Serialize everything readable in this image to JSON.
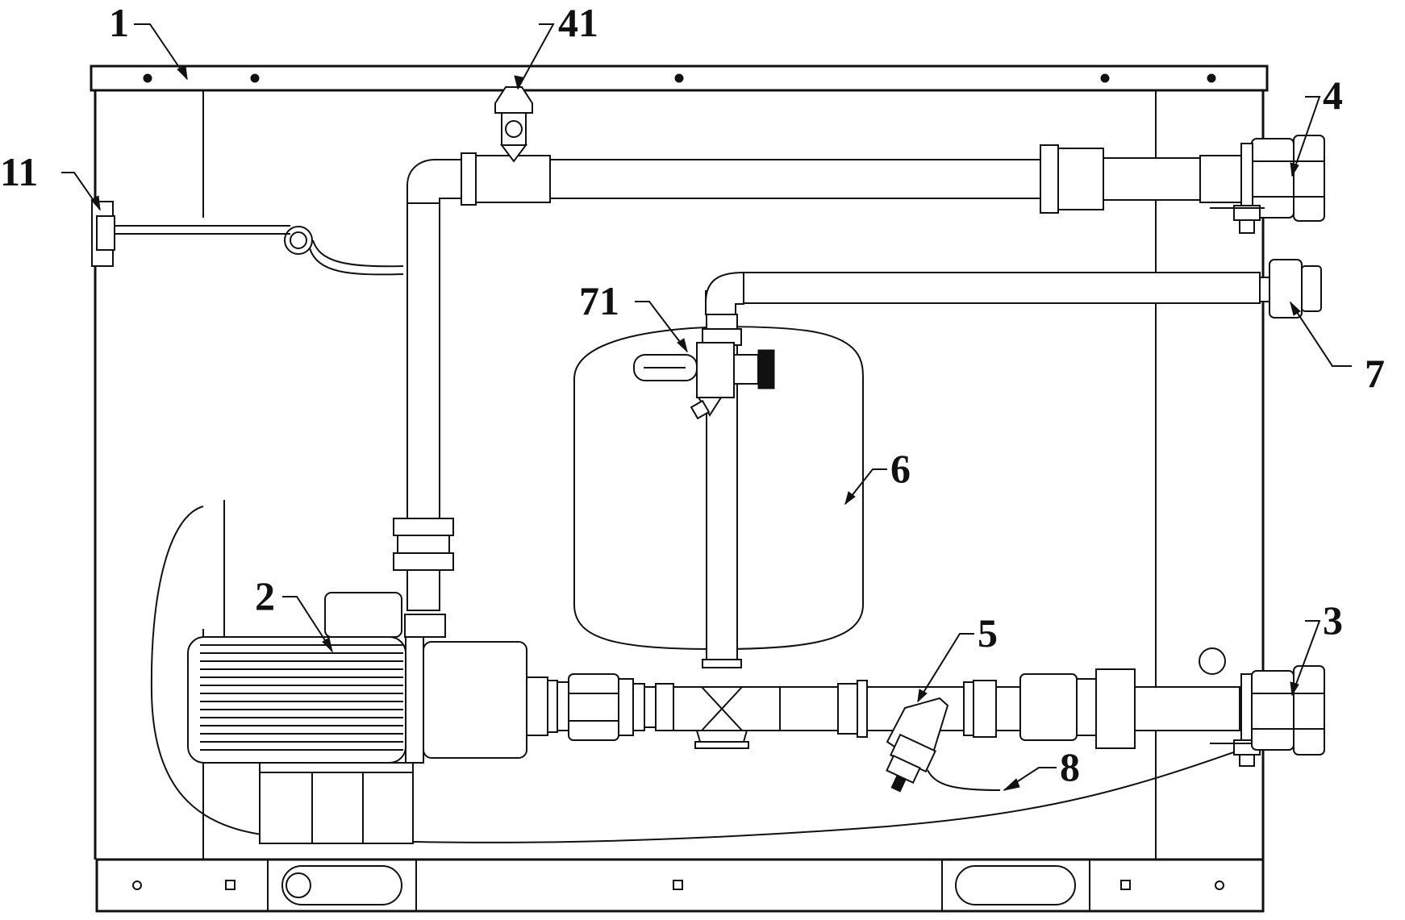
{
  "labels": {
    "frame": "1",
    "pump": "2",
    "inlet_pipe": "3",
    "outlet_pipe": "4",
    "vent_valve": "41",
    "strainer": "5",
    "tank": "6",
    "bypass_pipe": "7",
    "relief_valve": "71",
    "drain": "8",
    "gauge": "11"
  }
}
